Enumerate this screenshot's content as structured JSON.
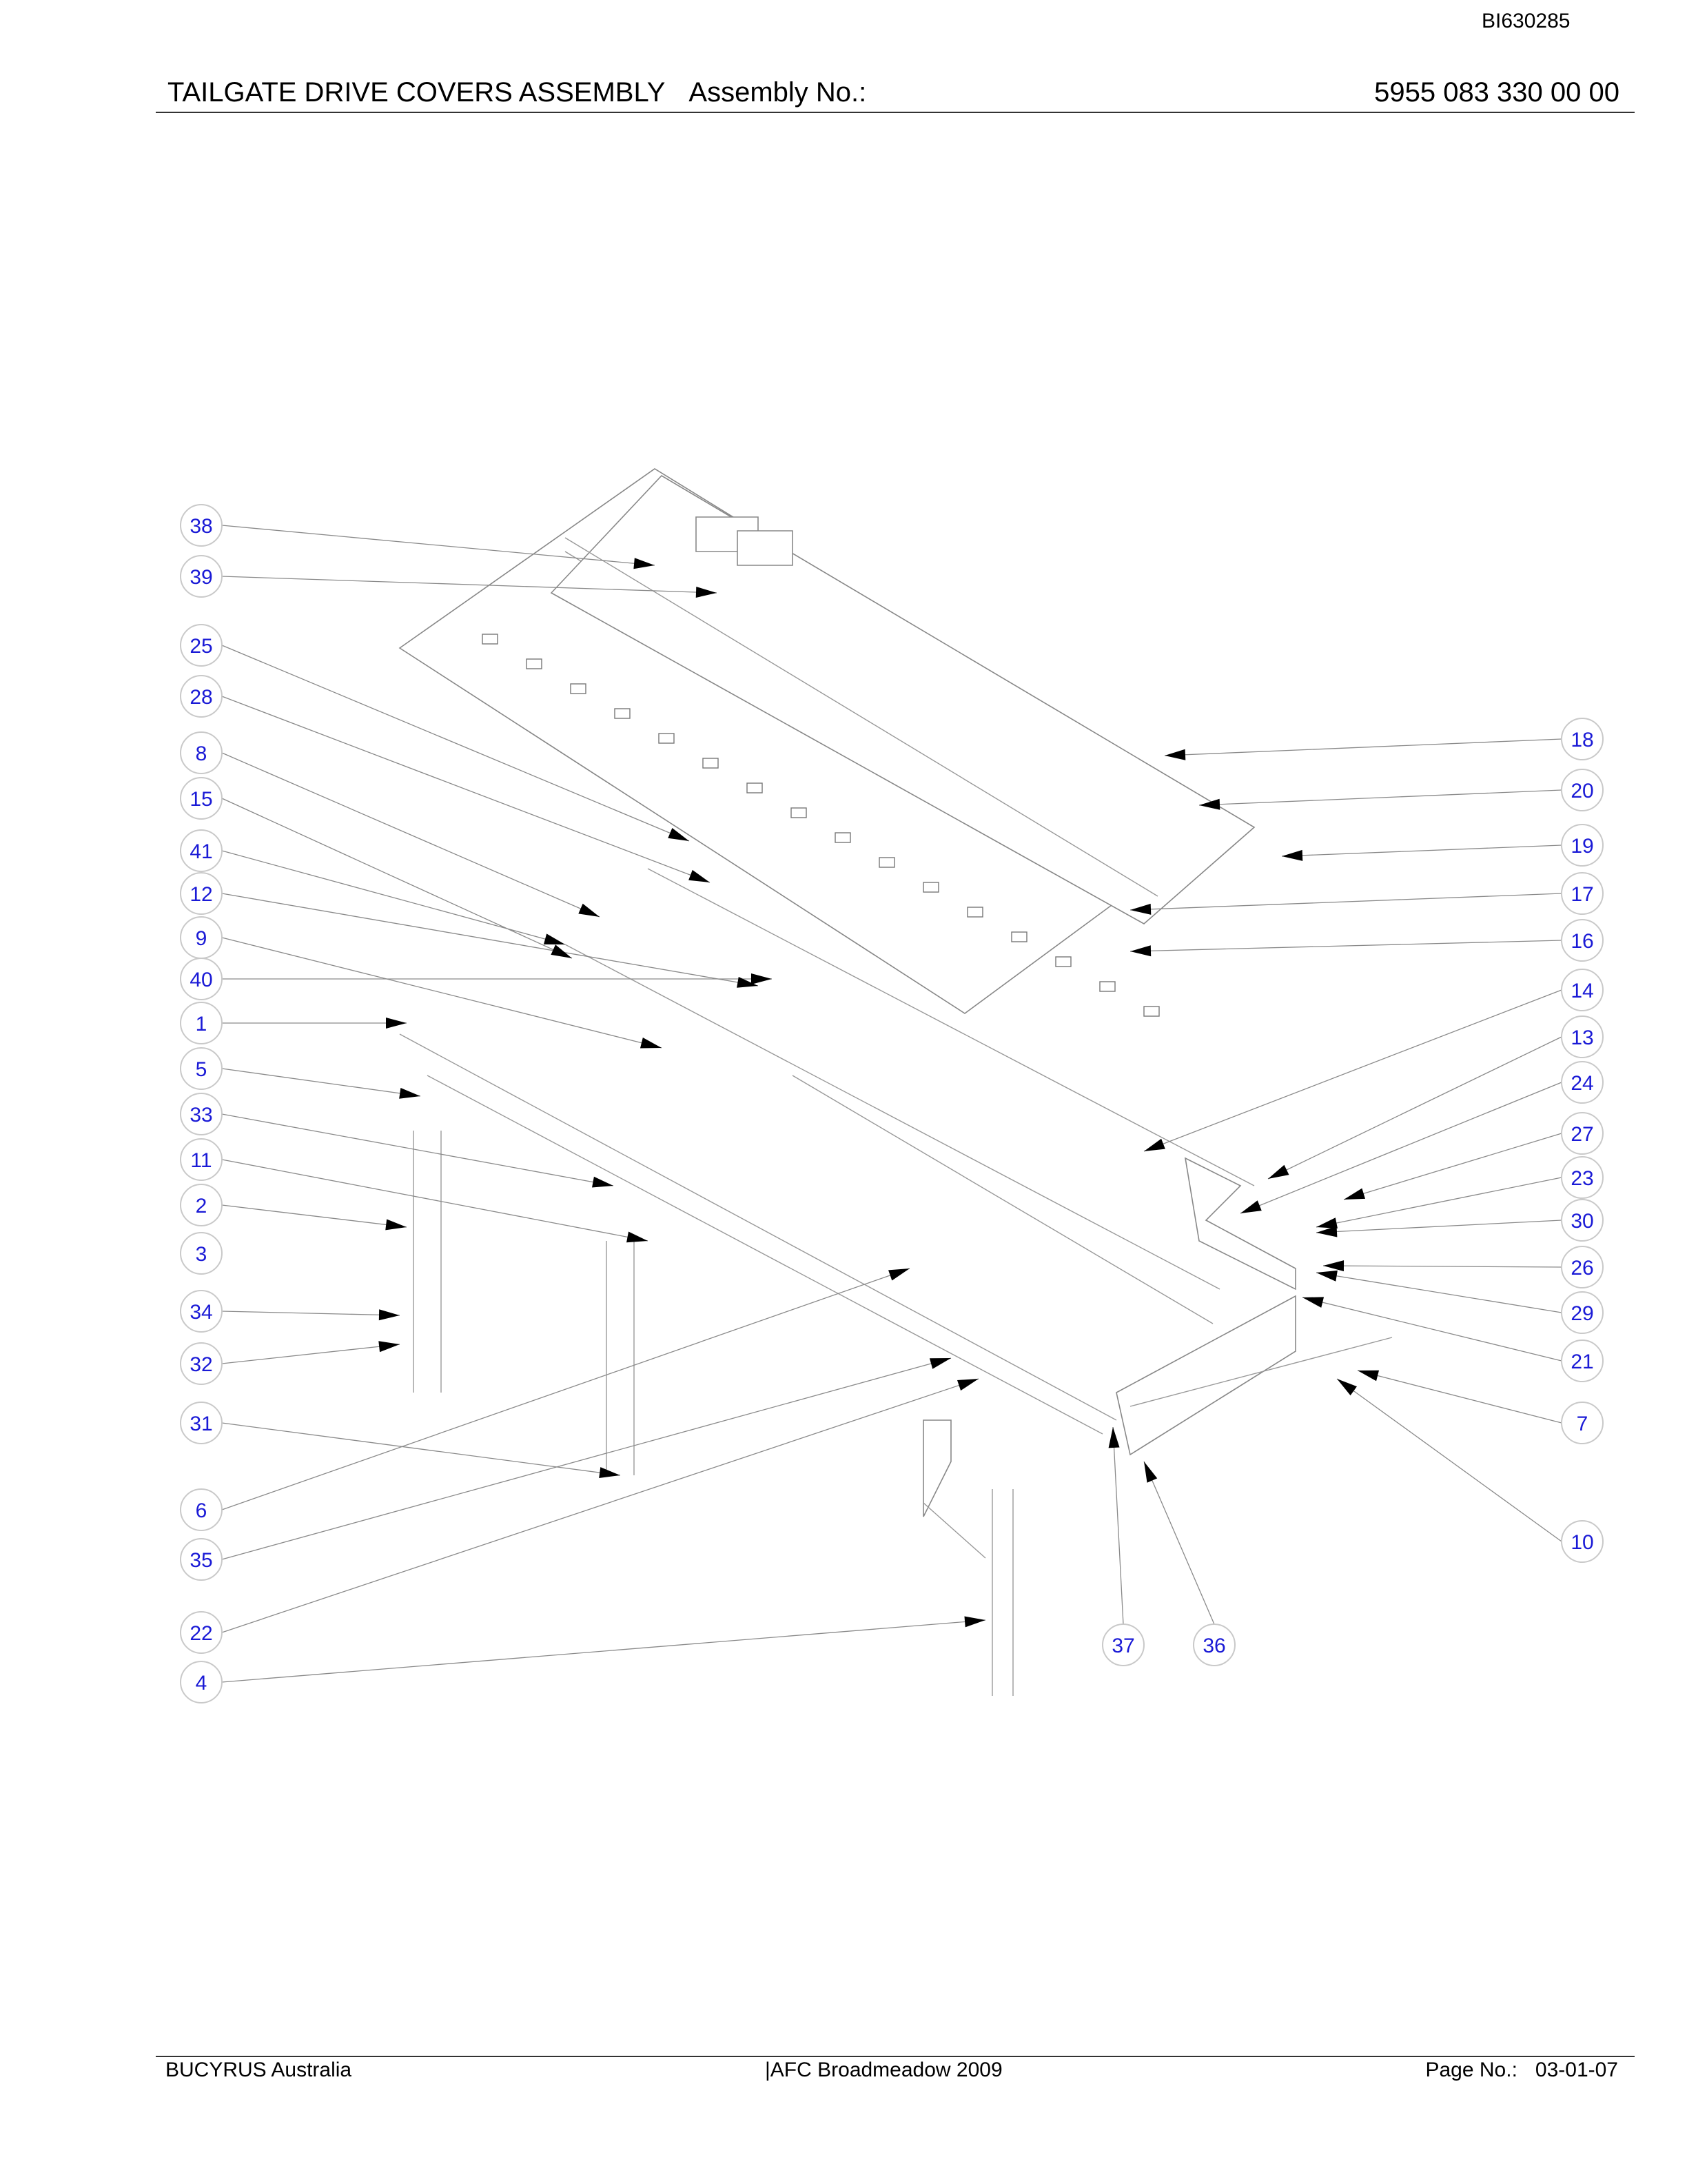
{
  "document_id": "BI630285",
  "header": {
    "title": "TAILGATE DRIVE COVERS ASSEMBLY",
    "assembly_label": "Assembly No.:",
    "assembly_number": "5955 083 330 00 00"
  },
  "footer": {
    "company": "BUCYRUS Australia",
    "project": "|AFC Broadmeadow 2009",
    "page_label": "Page No.:",
    "page_number": "03-01-07"
  },
  "balloons": {
    "left": [
      "38",
      "39",
      "25",
      "28",
      "8",
      "15",
      "41",
      "12",
      "9",
      "40",
      "1",
      "5",
      "33",
      "11",
      "2",
      "3",
      "34",
      "32",
      "31",
      "6",
      "35",
      "22",
      "4"
    ],
    "right": [
      "18",
      "20",
      "19",
      "17",
      "16",
      "14",
      "13",
      "24",
      "27",
      "23",
      "30",
      "26",
      "29",
      "21",
      "7",
      "10"
    ],
    "bottom": [
      "37",
      "36"
    ]
  },
  "colors": {
    "balloon_text": "#1a1ad6",
    "balloon_outline": "#c9c9c9",
    "line_art": "#888888"
  }
}
